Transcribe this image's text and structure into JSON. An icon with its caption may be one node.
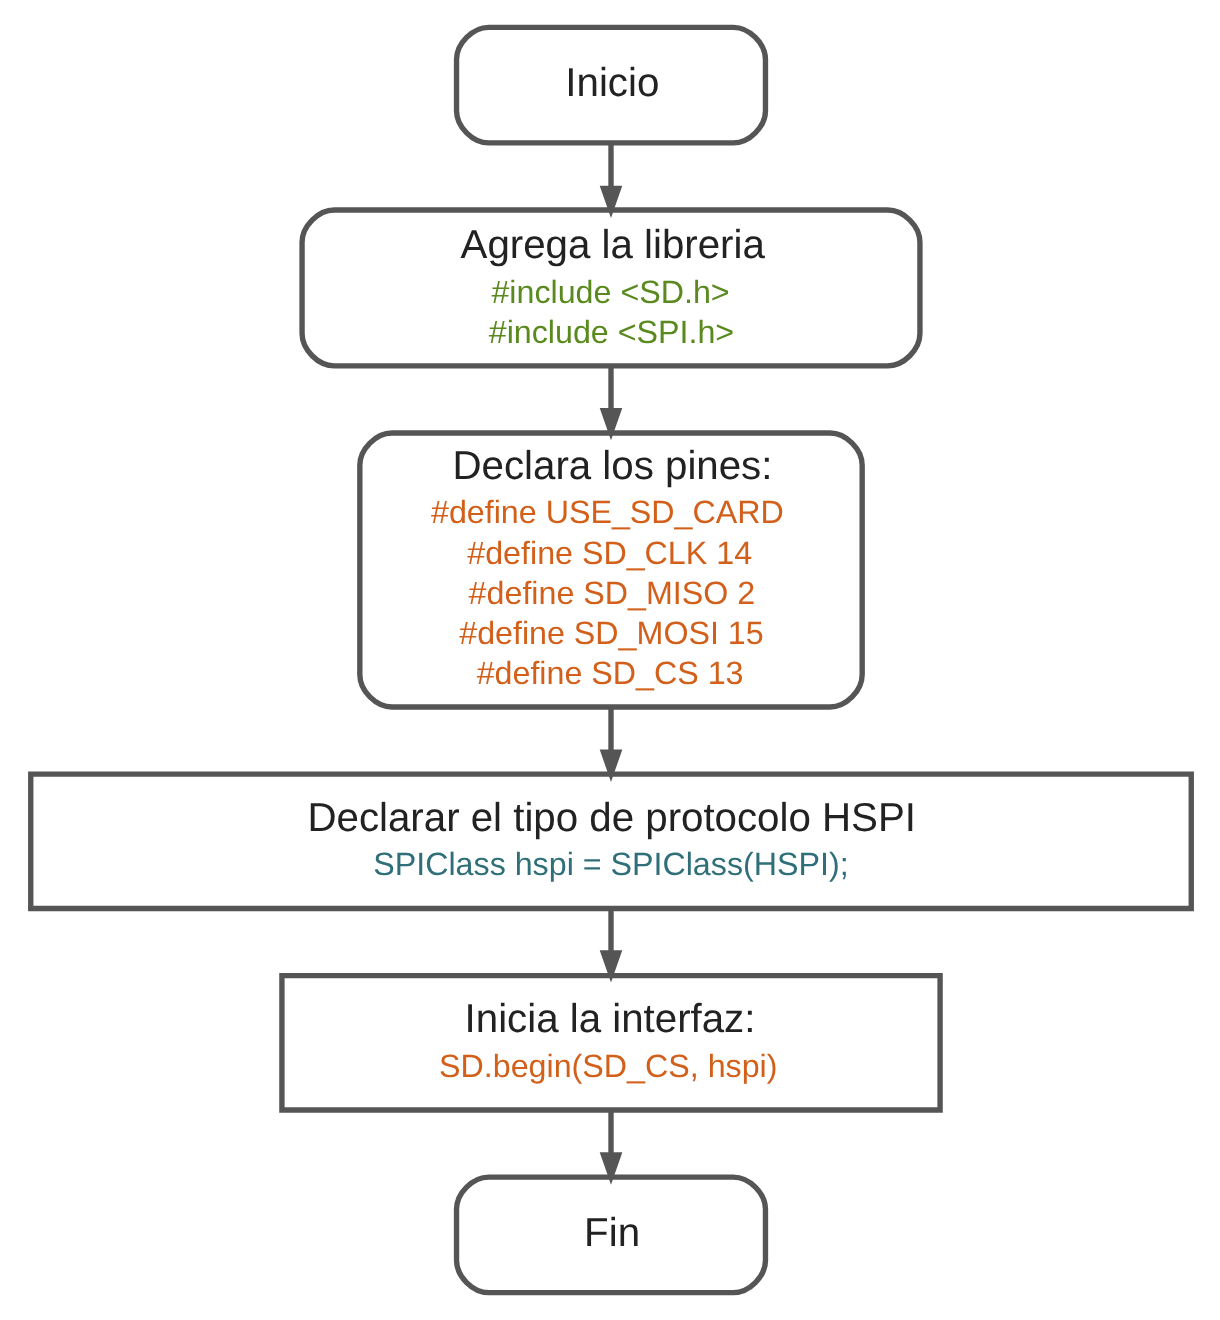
{
  "diagram": {
    "nodes": [
      {
        "text": [
          "Inicio"
        ]
      },
      {
        "text": [
          "Agrega la libreria",
          "#include <SD.h>",
          "#include <SPI.h>"
        ]
      },
      {
        "text": [
          "Declara los pines:",
          "#define USE_SD_CARD",
          "#define SD_CLK 14",
          "#define SD_MISO 2",
          "#define SD_MOSI 15",
          "#define SD_CS 13"
        ]
      },
      {
        "text": [
          "Declarar el tipo de protocolo HSPI",
          "SPIClass hspi = SPIClass(HSPI);"
        ]
      },
      {
        "text": [
          "Inicia la interfaz:",
          "SD.begin(SD_CS, hspi)"
        ]
      },
      {
        "text": [
          "Fin"
        ]
      }
    ],
    "edges": [
      {
        "from": 0,
        "to": 1,
        "arrow": "to"
      },
      {
        "from": 1,
        "to": 2,
        "arrow": "to"
      },
      {
        "from": 2,
        "to": 3,
        "arrow": "to"
      },
      {
        "from": 3,
        "to": 4,
        "arrow": "to"
      },
      {
        "from": 4,
        "to": 5,
        "arrow": "to"
      }
    ]
  }
}
